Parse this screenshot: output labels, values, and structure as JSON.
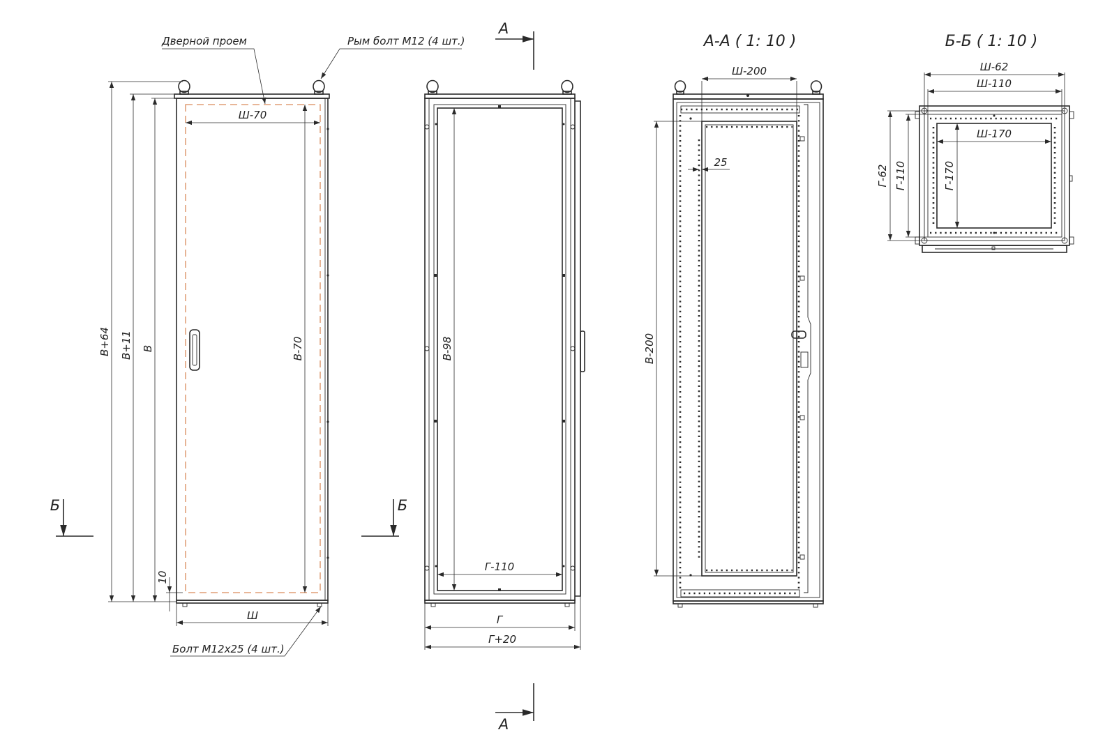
{
  "labels": {
    "door_opening": "Дверной проем",
    "eye_bolt": "Рым болт М12 (4 шт.)",
    "bolt": "Болт М12х25 (4 шт.)"
  },
  "sections": {
    "aa_title": "А-А ( 1: 10 )",
    "bb_title": "Б-Б ( 1: 10 )",
    "mark_a": "А",
    "mark_b": "Б"
  },
  "front_view": {
    "dim_total_height": "В+64",
    "dim_body_height": "В+11",
    "dim_height": "В",
    "dim_bottom": "10",
    "dim_opening_width": "Ш-70",
    "dim_opening_height": "В-70",
    "dim_width": "Ш"
  },
  "frame_view": {
    "dim_inner_height": "В-98",
    "dim_inner_depth": "Г-110",
    "dim_depth": "Г",
    "dim_depth_total": "Г+20"
  },
  "section_aa": {
    "dim_width": "Ш-200",
    "dim_offset": "25",
    "dim_height": "В-200"
  },
  "section_bb": {
    "dim_w62": "Ш-62",
    "dim_w110": "Ш-110",
    "dim_w170": "Ш-170",
    "dim_d62": "Г-62",
    "dim_d110": "Г-110",
    "dim_d170": "Г-170"
  }
}
